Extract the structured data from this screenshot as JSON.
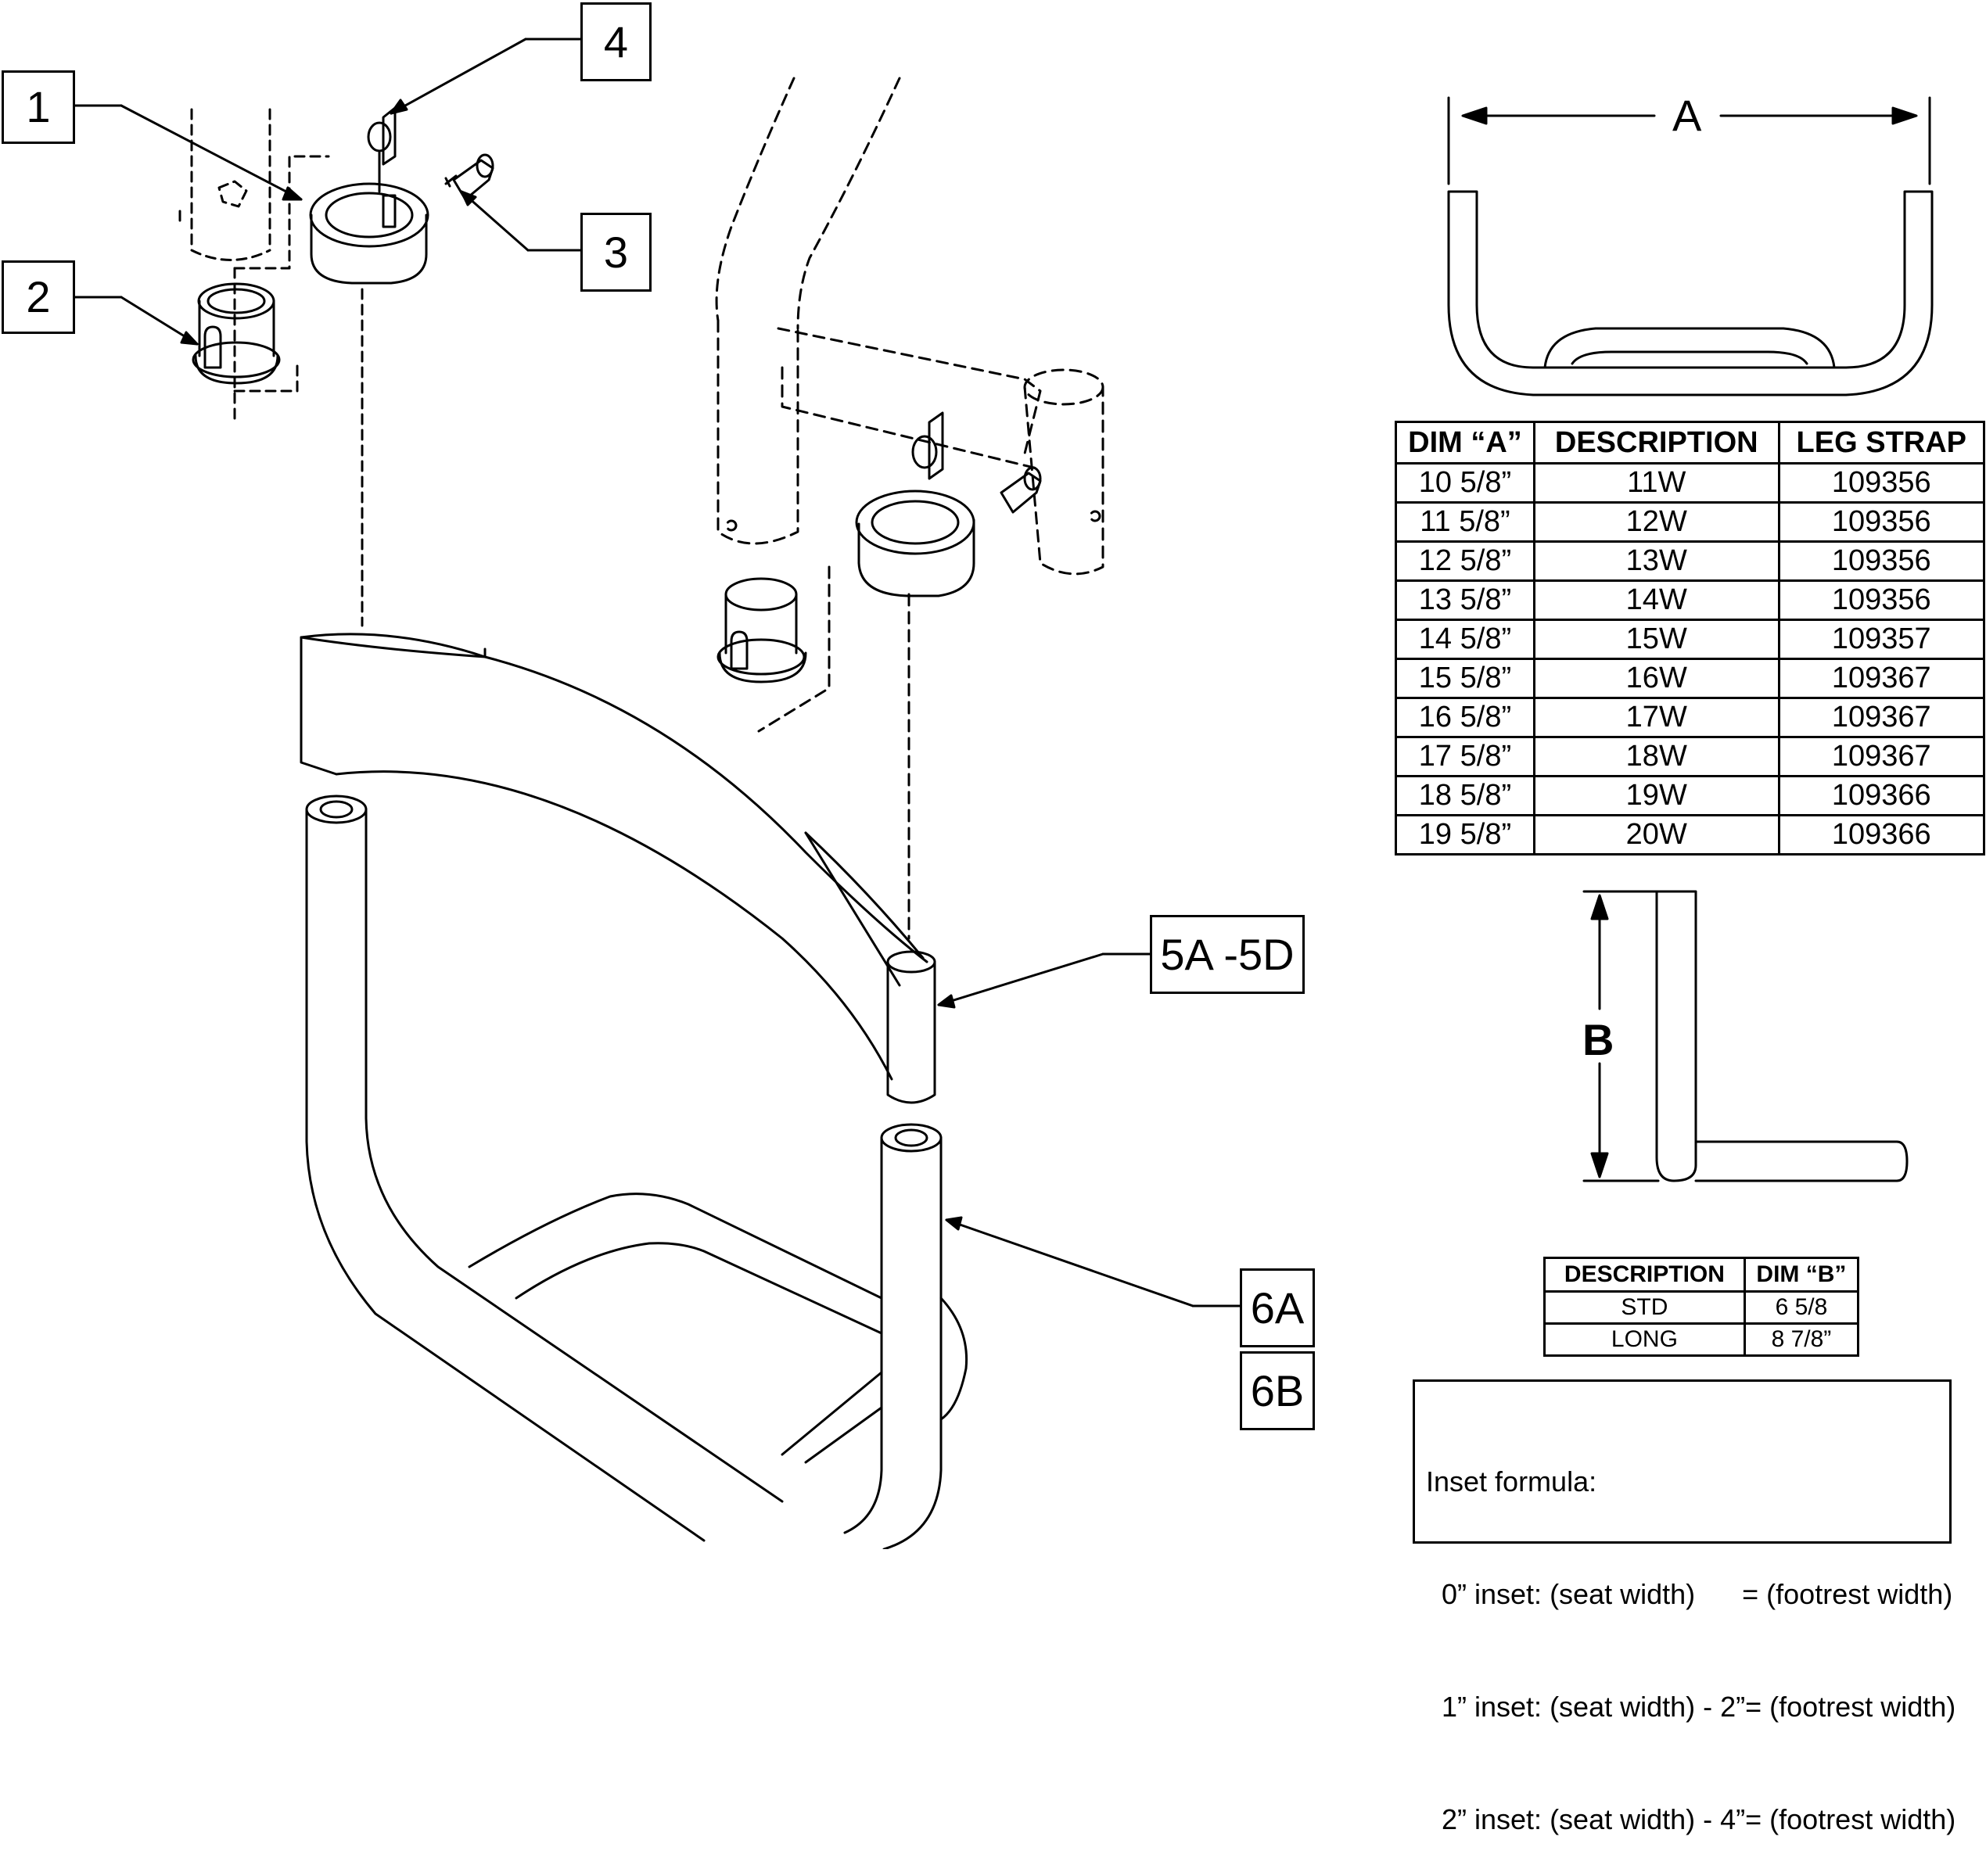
{
  "callouts": {
    "c1": "1",
    "c2": "2",
    "c3": "3",
    "c4": "4",
    "c5": "5A -5D",
    "c6a": "6A",
    "c6b": "6B"
  },
  "dim_labels": {
    "a": "A",
    "b": "B"
  },
  "table_a": {
    "headers": [
      "DIM “A”",
      "DESCRIPTION",
      "LEG STRAP"
    ],
    "rows": [
      [
        "10 5/8”",
        "11W",
        "109356"
      ],
      [
        "11 5/8”",
        "12W",
        "109356"
      ],
      [
        "12 5/8”",
        "13W",
        "109356"
      ],
      [
        "13 5/8”",
        "14W",
        "109356"
      ],
      [
        "14 5/8”",
        "15W",
        "109357"
      ],
      [
        "15 5/8”",
        "16W",
        "109367"
      ],
      [
        "16 5/8”",
        "17W",
        "109367"
      ],
      [
        "17 5/8”",
        "18W",
        "109367"
      ],
      [
        "18 5/8”",
        "19W",
        "109366"
      ],
      [
        "19 5/8”",
        "20W",
        "109366"
      ]
    ]
  },
  "table_b": {
    "headers": [
      "DESCRIPTION",
      "DIM “B”"
    ],
    "rows": [
      [
        "STD",
        "6 5/8"
      ],
      [
        "LONG",
        "8 7/8”"
      ]
    ]
  },
  "inset_formula": {
    "title": "Inset formula:",
    "lines": [
      "  0” inset: (seat width)      = (footrest width)",
      "  1” inset: (seat width) - 2”= (footrest width)",
      "  2” inset: (seat width) - 4”= (footrest width)"
    ]
  }
}
